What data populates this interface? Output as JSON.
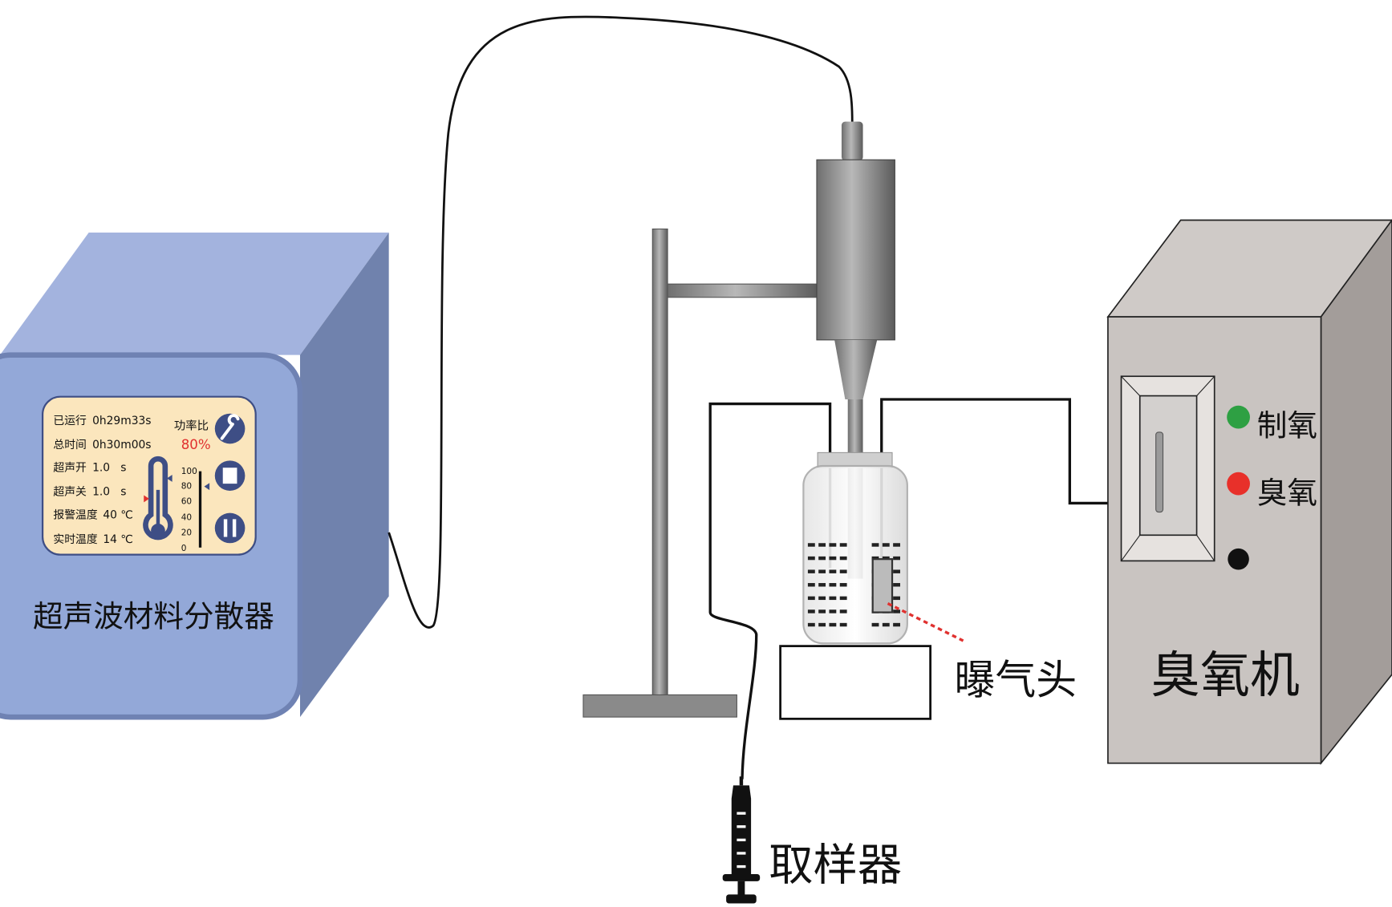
{
  "dispenser": {
    "label": "超声波材料分散器",
    "display": {
      "rows": [
        {
          "label": "已运行",
          "value": "0h29m33s"
        },
        {
          "label": "总时间",
          "value": "0h30m00s"
        },
        {
          "label": "超声开",
          "value": "1.0   s"
        },
        {
          "label": "超声关",
          "value": "1.0   s"
        },
        {
          "label": "报警温度",
          "value": "40 ℃"
        },
        {
          "label": "实时温度",
          "value": "14 ℃"
        }
      ],
      "power_label": "功率比",
      "power_value": "80%",
      "power_fraction": 0.8,
      "scale_ticks": [
        "100",
        "80",
        "60",
        "40",
        "20",
        "0"
      ],
      "buttons": [
        "wrench-icon",
        "stop-icon",
        "pause-icon"
      ]
    },
    "colors": {
      "front": "#93a8d8",
      "top": "#a3b3de",
      "side": "#7082ad",
      "screen": "#fbe6bd",
      "accent": "#3e4e85",
      "power": "#e0312f"
    }
  },
  "labels": {
    "aerator": "曝气头",
    "sampler": "取样器"
  },
  "ozone_machine": {
    "title": "臭氧机",
    "indicators": [
      {
        "label": "制氧",
        "color": "#2ea043"
      },
      {
        "label": "臭氧",
        "color": "#e8302a"
      },
      {
        "label": "",
        "color": "#111111"
      }
    ]
  }
}
